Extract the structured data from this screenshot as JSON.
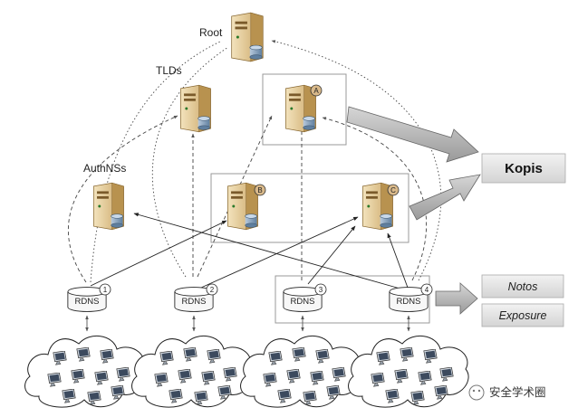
{
  "labels": {
    "root": "Root",
    "tlds": "TLDs",
    "authnss": "AuthNSs"
  },
  "server_badges": [
    "A",
    "B",
    "C"
  ],
  "rdns_nodes": [
    {
      "label": "RDNS",
      "num": "1"
    },
    {
      "label": "RDNS",
      "num": "2"
    },
    {
      "label": "RDNS",
      "num": "3"
    },
    {
      "label": "RDNS",
      "num": "4"
    }
  ],
  "outputs": {
    "kopis": "Kopis",
    "notos": "Notos",
    "exposure": "Exposure"
  },
  "watermark": "安全学术圈",
  "colors": {
    "server_body": "#e3c993",
    "server_shade": "#b48a4a",
    "box_fill": "#e9e9e9",
    "arrow_fill": "#bdbdbd",
    "line": "#222222"
  }
}
